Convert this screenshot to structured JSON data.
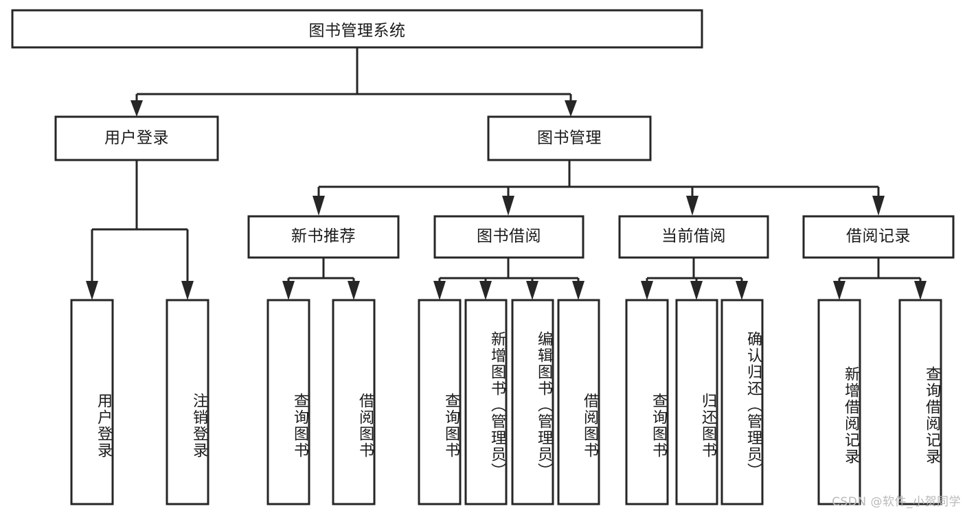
{
  "diagram": {
    "title": "图书管理系统",
    "type": "hierarchy-tree",
    "watermark": "CSDN @软件_小贺同学",
    "colors": {
      "stroke": "#262626",
      "fill": "#ffffff",
      "text": "#1a1a1a",
      "watermark": "#b9b9b9"
    },
    "levels": [
      {
        "level": 1,
        "nodes": [
          {
            "id": "root",
            "label": "图书管理系统",
            "orientation": "horizontal"
          }
        ]
      },
      {
        "level": 2,
        "nodes": [
          {
            "id": "user-login",
            "label": "用户登录",
            "orientation": "horizontal",
            "parent": "root"
          },
          {
            "id": "book-manage",
            "label": "图书管理",
            "orientation": "horizontal",
            "parent": "root"
          }
        ]
      },
      {
        "level": 3,
        "nodes": [
          {
            "id": "new-book-rec",
            "label": "新书推荐",
            "orientation": "horizontal",
            "parent": "book-manage"
          },
          {
            "id": "book-borrow",
            "label": "图书借阅",
            "orientation": "horizontal",
            "parent": "book-manage"
          },
          {
            "id": "current-borrow",
            "label": "当前借阅",
            "orientation": "horizontal",
            "parent": "book-manage"
          },
          {
            "id": "borrow-record",
            "label": "借阅记录",
            "orientation": "horizontal",
            "parent": "book-manage"
          }
        ]
      },
      {
        "level": 4,
        "nodes": [
          {
            "id": "leaf-user-login",
            "label": "用户登录",
            "orientation": "vertical",
            "parent": "user-login"
          },
          {
            "id": "leaf-logout",
            "label": "注销登录",
            "orientation": "vertical",
            "parent": "user-login"
          },
          {
            "id": "leaf-query-book-1",
            "label": "查询图书",
            "orientation": "vertical",
            "parent": "new-book-rec"
          },
          {
            "id": "leaf-borrow-book-1",
            "label": "借阅图书",
            "orientation": "vertical",
            "parent": "new-book-rec"
          },
          {
            "id": "leaf-query-book-2",
            "label": "查询图书",
            "orientation": "vertical",
            "parent": "book-borrow"
          },
          {
            "id": "leaf-add-book",
            "label": "新增图书（管理员）",
            "orientation": "vertical",
            "parent": "book-borrow"
          },
          {
            "id": "leaf-edit-book",
            "label": "编辑图书（管理员）",
            "orientation": "vertical",
            "parent": "book-borrow"
          },
          {
            "id": "leaf-borrow-book-2",
            "label": "借阅图书",
            "orientation": "vertical",
            "parent": "book-borrow"
          },
          {
            "id": "leaf-query-book-3",
            "label": "查询图书",
            "orientation": "vertical",
            "parent": "current-borrow"
          },
          {
            "id": "leaf-return-book",
            "label": "归还图书",
            "orientation": "vertical",
            "parent": "current-borrow"
          },
          {
            "id": "leaf-confirm-return",
            "label": "确认归还（管理员）",
            "orientation": "vertical",
            "parent": "current-borrow"
          },
          {
            "id": "leaf-add-record",
            "label": "新增借阅记录",
            "orientation": "vertical",
            "parent": "borrow-record"
          },
          {
            "id": "leaf-query-record",
            "label": "查询借阅记录",
            "orientation": "vertical",
            "parent": "borrow-record"
          }
        ]
      }
    ]
  }
}
